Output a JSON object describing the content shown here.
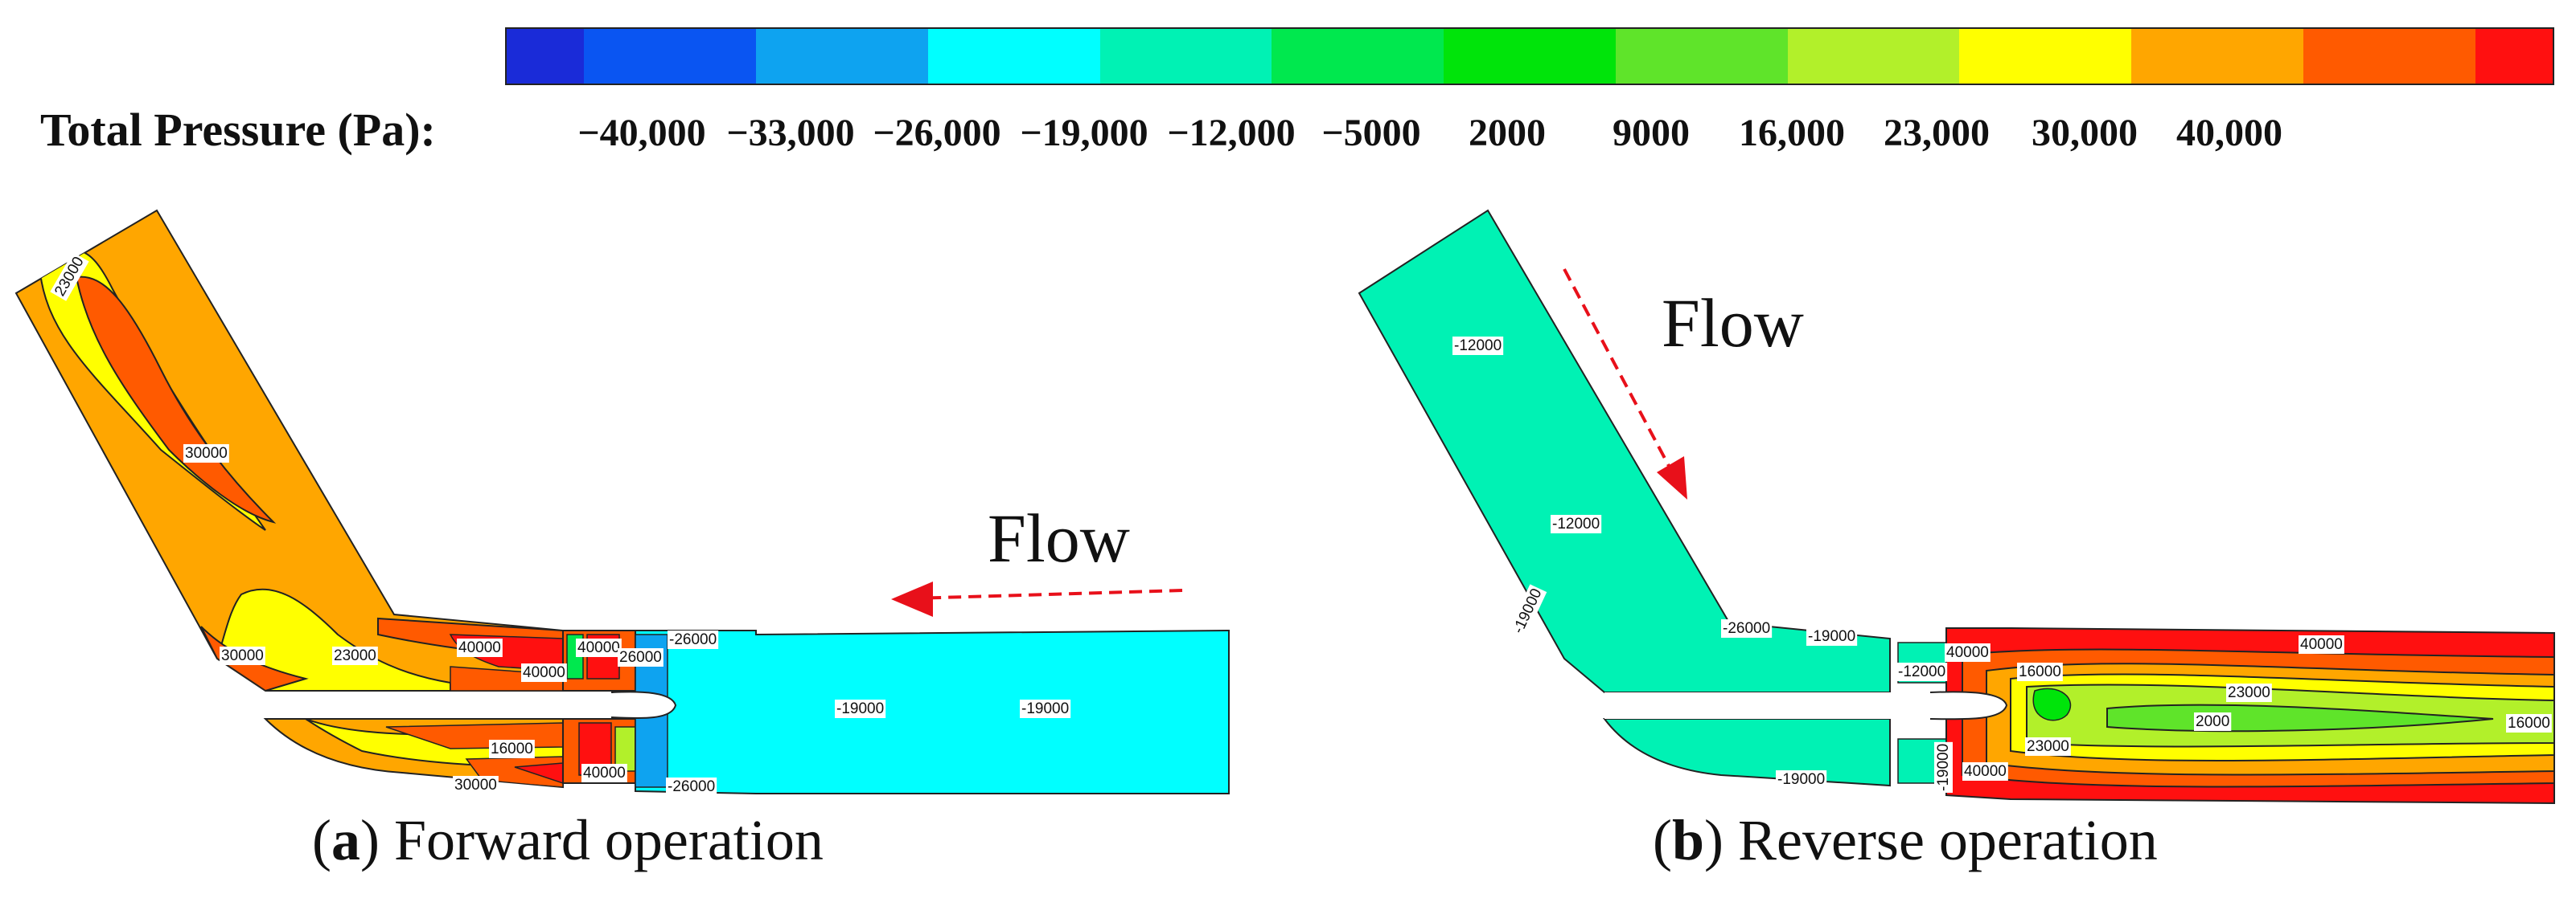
{
  "legend": {
    "title": "Total Pressure (Pa):",
    "ticks": [
      "−40,000",
      "−33,000",
      "−26,000",
      "−19,000",
      "−12,000",
      "−5000",
      "2000",
      "9000",
      "16,000",
      "23,000",
      "30,000",
      "40,000"
    ],
    "colors": [
      "#1a2bd8",
      "#0a55f2",
      "#0ea3f0",
      "#00ffff",
      "#00f2b4",
      "#00e84e",
      "#00e40a",
      "#5fe42a",
      "#b2f02a",
      "#ffff00",
      "#ffa600",
      "#ff5a00",
      "#ff1010"
    ]
  },
  "panel_a": {
    "caption_letter": "a",
    "caption_text": "Forward operation",
    "flow_label": "Flow",
    "contour_labels": [
      "23000",
      "30000",
      "30000",
      "23000",
      "40000",
      "40000",
      "40000",
      "26000",
      "-26000",
      "-19000",
      "-19000",
      "16000",
      "30000",
      "40000",
      "-26000"
    ]
  },
  "panel_b": {
    "caption_letter": "b",
    "caption_text": "Reverse operation",
    "flow_label": "Flow",
    "contour_labels": [
      "-12000",
      "-12000",
      "-19000",
      "-26000",
      "-19000",
      "-12000",
      "40000",
      "16000",
      "40000",
      "23000",
      "2000",
      "16000",
      "23000",
      "-19000",
      "-19000",
      "40000"
    ]
  }
}
